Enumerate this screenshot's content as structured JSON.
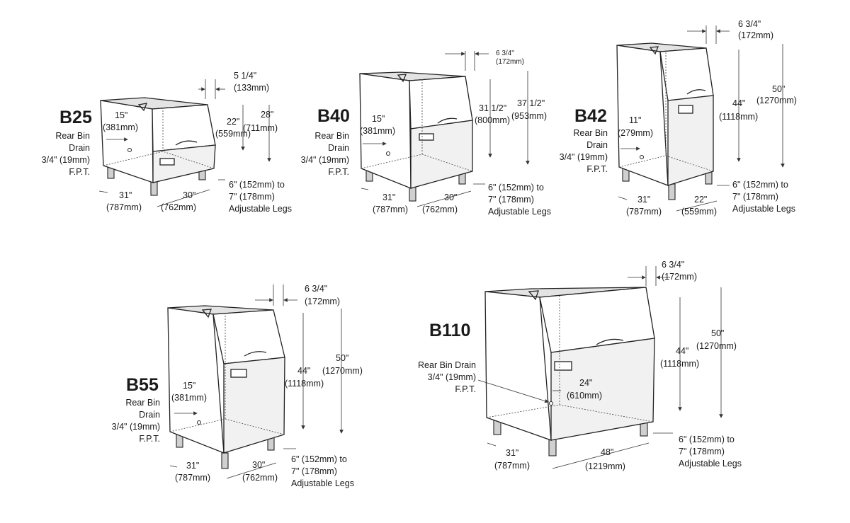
{
  "units": {
    "b25": {
      "model": "B25",
      "depth_top": "5 1/4\"",
      "depth_top_mm": "(133mm)",
      "height_front": "22\"",
      "height_front_mm": "(559mm)",
      "height_total": "28\"",
      "height_total_mm": "(711mm)",
      "drain_dim": "15\"",
      "drain_dim_mm": "(381mm)",
      "drain_label": [
        "Rear Bin",
        "Drain",
        "3/4\" (19mm)",
        "F.P.T."
      ],
      "width": "31\"",
      "width_mm": "(787mm)",
      "depth": "30\"",
      "depth_mm": "(762mm)",
      "legs": [
        "6\" (152mm) to",
        "7\" (178mm)",
        "Adjustable Legs"
      ]
    },
    "b40": {
      "model": "B40",
      "depth_top": "6 3/4\"",
      "depth_top_mm": "(172mm)",
      "height_front": "31 1/2\"",
      "height_front_mm": "(800mm)",
      "height_total": "37 1/2\"",
      "height_total_mm": "(953mm)",
      "drain_dim": "15\"",
      "drain_dim_mm": "(381mm)",
      "drain_label": [
        "Rear Bin",
        "Drain",
        "3/4\" (19mm)",
        "F.P.T."
      ],
      "width": "31\"",
      "width_mm": "(787mm)",
      "depth": "30\"",
      "depth_mm": "(762mm)",
      "legs": [
        "6\" (152mm) to",
        "7\" (178mm)",
        "Adjustable Legs"
      ]
    },
    "b42": {
      "model": "B42",
      "depth_top": "6 3/4\"",
      "depth_top_mm": "(172mm)",
      "height_front": "44\"",
      "height_front_mm": "(1118mm)",
      "height_total": "50\"",
      "height_total_mm": "(1270mm)",
      "drain_dim": "11\"",
      "drain_dim_mm": "(279mm)",
      "drain_label": [
        "Rear Bin",
        "Drain",
        "3/4\" (19mm)",
        "F.P.T."
      ],
      "width": "31\"",
      "width_mm": "(787mm)",
      "depth": "22\"",
      "depth_mm": "(559mm)",
      "legs": [
        "6\" (152mm) to",
        "7\" (178mm)",
        "Adjustable Legs"
      ]
    },
    "b55": {
      "model": "B55",
      "depth_top": "6 3/4\"",
      "depth_top_mm": "(172mm)",
      "height_front": "44\"",
      "height_front_mm": "(1118mm)",
      "height_total": "50\"",
      "height_total_mm": "(1270mm)",
      "drain_dim": "15\"",
      "drain_dim_mm": "(381mm)",
      "drain_label": [
        "Rear Bin",
        "Drain",
        "3/4\" (19mm)",
        "F.P.T."
      ],
      "width": "31\"",
      "width_mm": "(787mm)",
      "depth": "30\"",
      "depth_mm": "(762mm)",
      "legs": [
        "6\" (152mm) to",
        "7\" (178mm)",
        "Adjustable Legs"
      ]
    },
    "b110": {
      "model": "B110",
      "depth_top": "6 3/4\"",
      "depth_top_mm": "(172mm)",
      "height_front": "44\"",
      "height_front_mm": "(1118mm)",
      "height_total": "50\"",
      "height_total_mm": "(1270mm)",
      "drain_dim": "24\"",
      "drain_dim_mm": "(610mm)",
      "drain_label": [
        "Rear Bin Drain",
        "3/4\" (19mm)",
        "F.P.T."
      ],
      "width": "31\"",
      "width_mm": "(787mm)",
      "depth": "48\"",
      "depth_mm": "(1219mm)",
      "legs": [
        "6\" (152mm) to",
        "7\" (178mm)",
        "Adjustable Legs"
      ]
    }
  }
}
